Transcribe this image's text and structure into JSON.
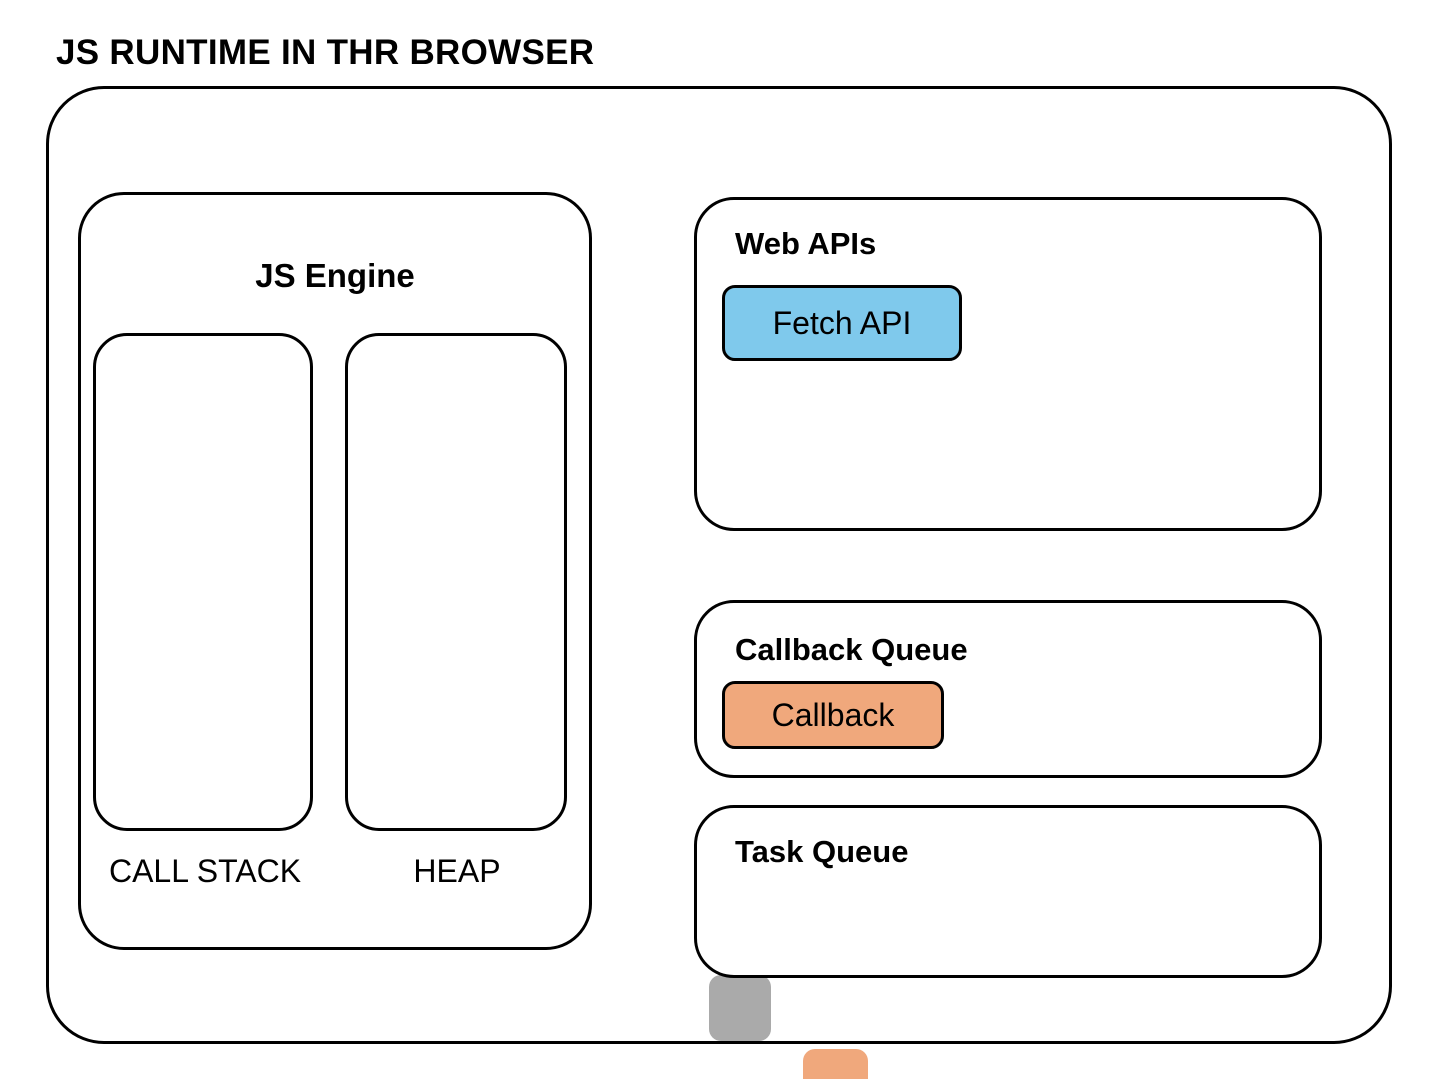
{
  "diagram": {
    "title": "JS RUNTIME IN THR BROWSER",
    "colors": {
      "stroke": "#000000",
      "background": "#ffffff",
      "blue": "#7FC9EC",
      "pink": "#E09FDE",
      "gray": "#AAAAAA",
      "orange": "#F0A87C"
    }
  },
  "js_engine": {
    "title": "JS Engine",
    "call_stack": {
      "label": "CALL STACK",
      "items": []
    },
    "heap": {
      "label": "HEAP",
      "blocks": [
        {
          "name": "heap-block-blue",
          "color": "#7FC9EC"
        },
        {
          "name": "heap-block-pink",
          "color": "#E09FDE"
        },
        {
          "name": "heap-block-gray",
          "color": "#AAAAAA"
        },
        {
          "name": "heap-block-orange",
          "color": "#F0A87C"
        }
      ]
    }
  },
  "web_apis": {
    "title": "Web APIs",
    "items": [
      {
        "label": "Fetch API",
        "color": "#7FC9EC"
      }
    ]
  },
  "callback_queue": {
    "title": "Callback Queue",
    "items": [
      {
        "label": "Callback",
        "color": "#F0A87C"
      }
    ]
  },
  "task_queue": {
    "title": "Task Queue",
    "items": []
  }
}
